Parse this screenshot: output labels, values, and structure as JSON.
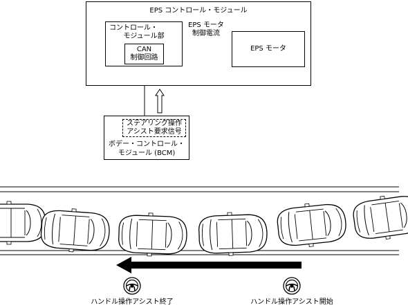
{
  "eps_module": {
    "title": "EPS コントロール・モジュール",
    "control_unit": {
      "line1": "コントロール・",
      "line2": "モジュール部"
    },
    "can_circuit": {
      "line1": "CAN",
      "line2": "制御回路"
    },
    "motor_current": {
      "line1": "EPS モータ",
      "line2": "制御電流"
    }
  },
  "eps_motor": {
    "label": "EPS モータ"
  },
  "bcm": {
    "signal": {
      "line1": "ステアリング操作",
      "line2": "アシスト要求信号"
    },
    "name": {
      "line1": "ボデー・コントロール・",
      "line2": "モジュール (BCM)"
    }
  },
  "lane_scene": {
    "assist_end_label": "ハンドル操作アシスト終了",
    "assist_start_label": "ハンドル操作アシスト開始"
  }
}
